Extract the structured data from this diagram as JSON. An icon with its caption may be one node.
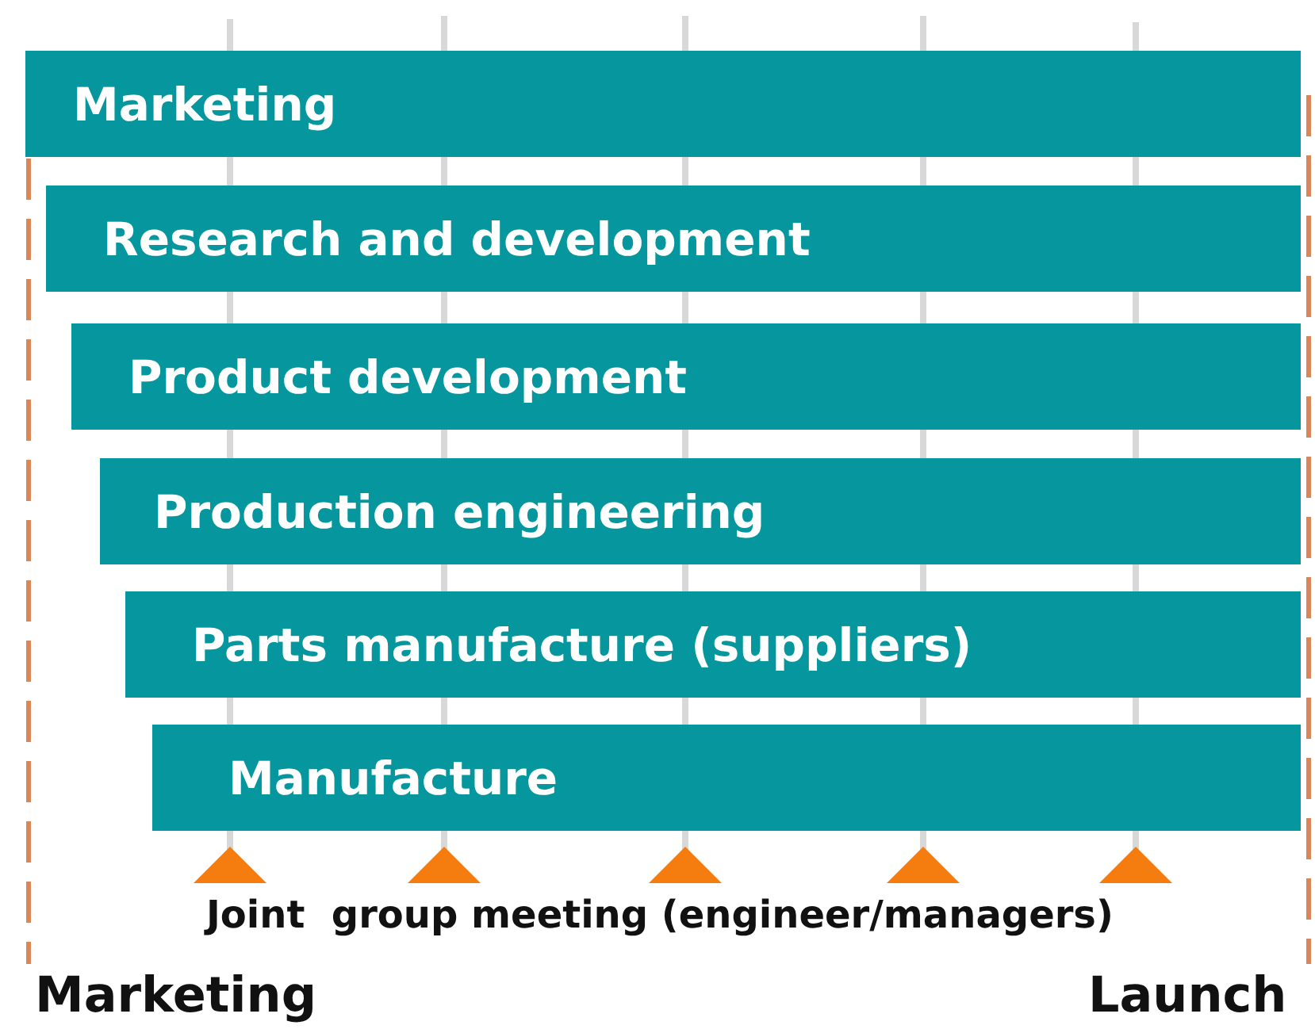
{
  "diagram": {
    "nodes": [
      {
        "text": [
          "Marketing"
        ]
      },
      {
        "text": [
          "Research and development"
        ]
      },
      {
        "text": [
          "Product development"
        ]
      },
      {
        "text": [
          "Production engineering"
        ]
      },
      {
        "text": [
          "Parts manufacture (suppliers)"
        ]
      },
      {
        "text": [
          "Manufacture"
        ]
      }
    ],
    "labels": [
      "Joint  group meeting (engineer/managers)",
      "Marketing",
      "Launch"
    ]
  }
}
